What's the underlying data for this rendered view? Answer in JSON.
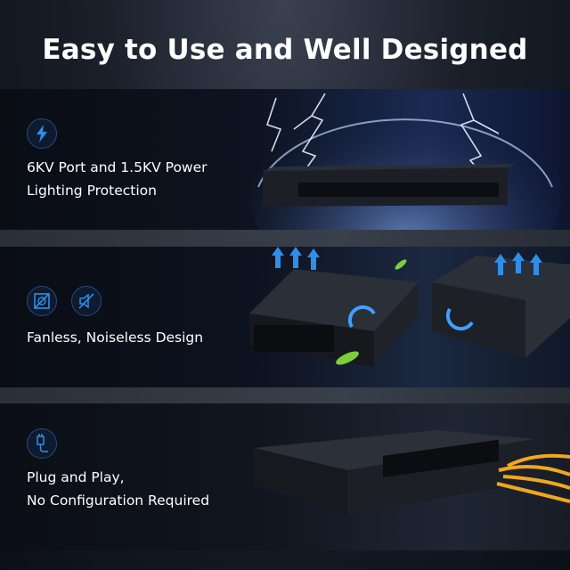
{
  "title": "Easy to Use and Well Designed",
  "features": [
    {
      "line1": "6KV Port and 1.5KV Power",
      "line2": "Lighting Protection",
      "icons": [
        "lightning-icon"
      ]
    },
    {
      "line1": "Fanless, Noiseless Design",
      "line2": "",
      "icons": [
        "no-fan-icon",
        "mute-speaker-icon"
      ]
    },
    {
      "line1": "Plug and Play,",
      "line2": "No Configuration Required",
      "icons": [
        "plug-icon"
      ]
    }
  ],
  "colors": {
    "accent": "#2f8fe8",
    "text": "#ffffff",
    "background": "#0b0f18"
  }
}
